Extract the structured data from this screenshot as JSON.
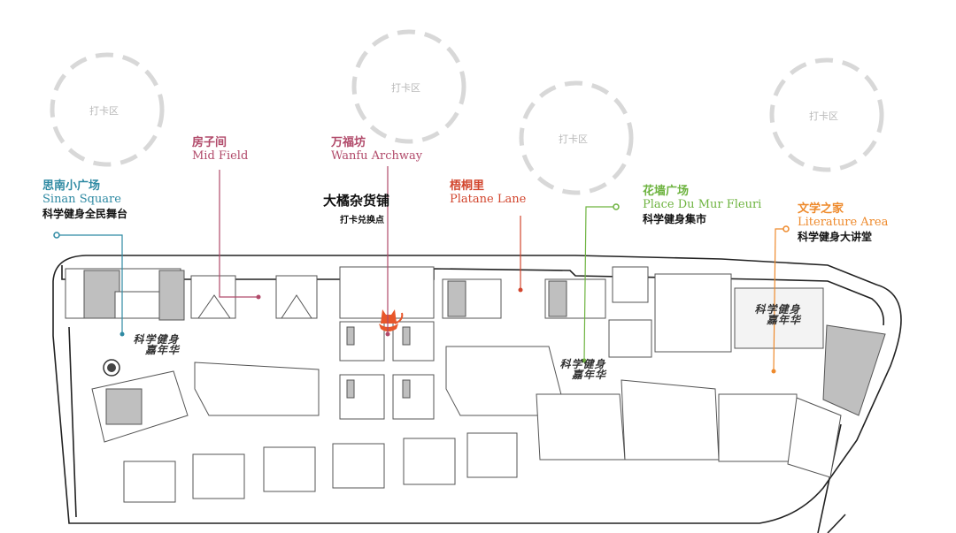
{
  "colors": {
    "sinan": "#2f8aa3",
    "mid": "#b14a6a",
    "wanfu": "#b14a6a",
    "platane": "#d2452d",
    "fleuri": "#6db33f",
    "literature": "#ee8a2c",
    "cat": "#e8562a",
    "dash": "#d8d8d8",
    "road": "#222222",
    "wall": "#555555",
    "shade": "#bfbfbf"
  },
  "checkin_zone_label": "打卡区",
  "checkin_zones": [
    {
      "label": "打卡区"
    },
    {
      "label": "打卡区"
    },
    {
      "label": "打卡区"
    },
    {
      "label": "打卡区"
    }
  ],
  "places": {
    "sinan": {
      "zh": "思南小广场",
      "en": "Sinan Square",
      "activity": "科学健身全民舞台"
    },
    "mid": {
      "zh": "房子间",
      "en": "Mid Field"
    },
    "wanfu": {
      "zh": "万福坊",
      "en": "Wanfu Archway"
    },
    "platane": {
      "zh": "梧桐里",
      "en": "Platane Lane"
    },
    "fleuri": {
      "zh": "花墙广场",
      "en": "Place Du Mur Fleuri",
      "activity": "科学健身集市"
    },
    "literature": {
      "zh": "文学之家",
      "en": "Literature Area",
      "activity": "科学健身大讲堂"
    }
  },
  "store": {
    "name": "大橘杂货铺",
    "sub": "打卡兑换点"
  },
  "stamp": {
    "line1": "科学健身",
    "line2": "嘉年华"
  },
  "icons": {
    "cat": "cat-icon",
    "pin": "location-dot-icon",
    "circle": "fountain-icon"
  }
}
